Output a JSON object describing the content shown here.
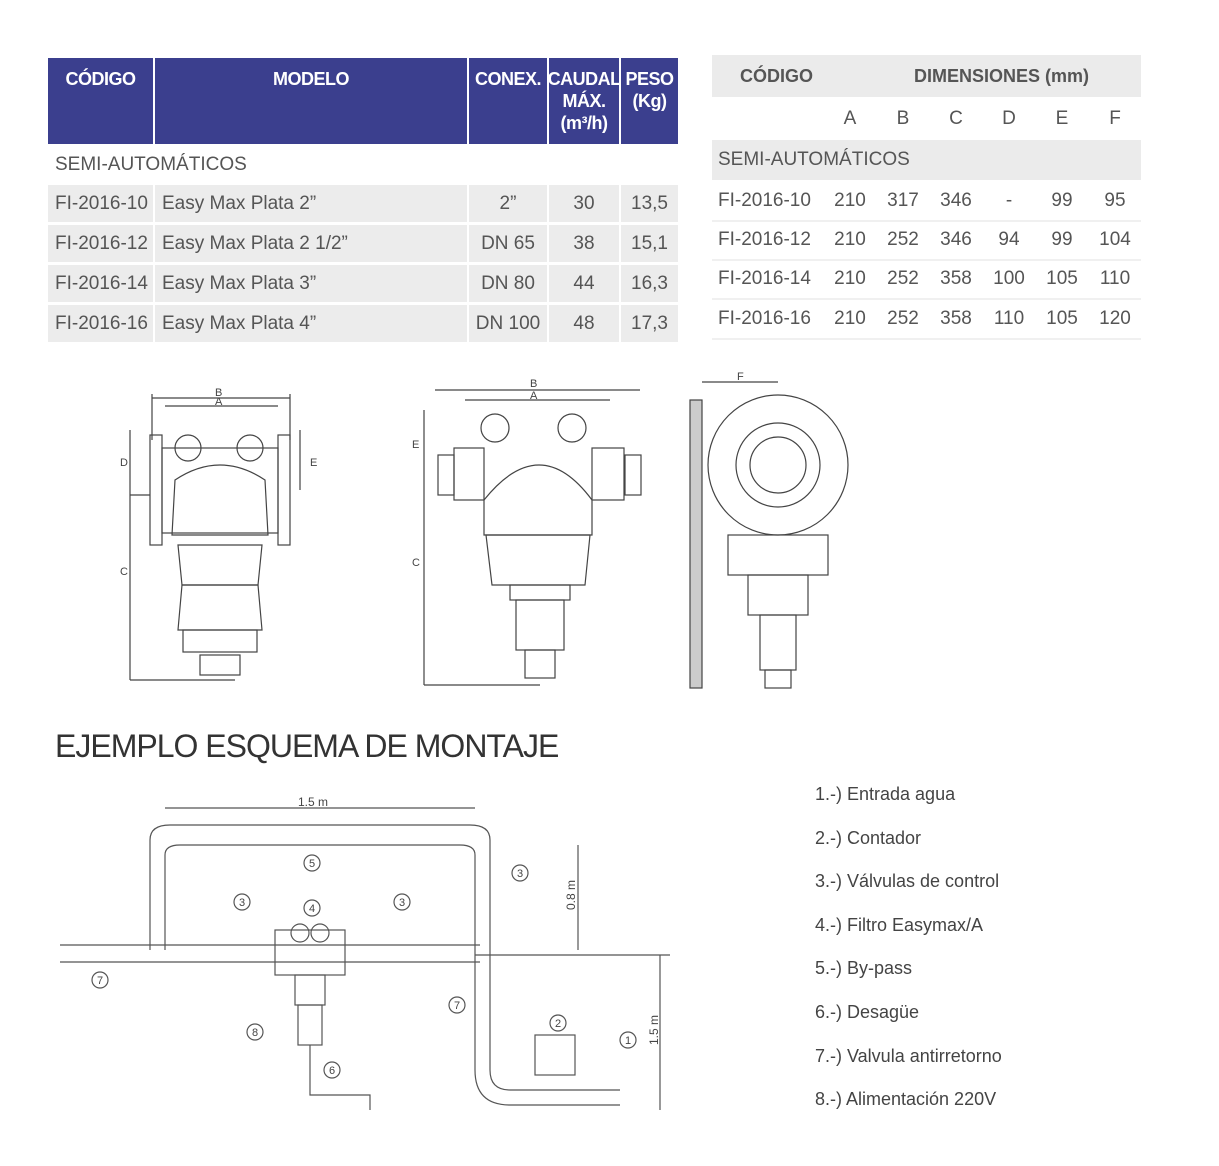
{
  "products_table": {
    "headers": [
      "CÓDIGO",
      "MODELO",
      "CONEX.",
      "CAUDAL MÁX. (m³/h)",
      "PESO (Kg)"
    ],
    "section": "SEMI-AUTOMÁTICOS",
    "rows": [
      [
        "FI-2016-10",
        "Easy Max Plata 2”",
        "2”",
        "30",
        "13,5"
      ],
      [
        "FI-2016-12",
        "Easy Max Plata 2 1/2”",
        "DN 65",
        "38",
        "15,1"
      ],
      [
        "FI-2016-14",
        "Easy Max Plata 3”",
        "DN 80",
        "44",
        "16,3"
      ],
      [
        "FI-2016-16",
        "Easy Max Plata 4”",
        "DN 100",
        "48",
        "17,3"
      ]
    ]
  },
  "dimensions_table": {
    "headers": [
      "CÓDIGO",
      "DIMENSIONES (mm)"
    ],
    "letters": [
      "A",
      "B",
      "C",
      "D",
      "E",
      "F"
    ],
    "section": "SEMI-AUTOMÁTICOS",
    "rows": [
      [
        "FI-2016-10",
        "210",
        "317",
        "346",
        "-",
        "99",
        "95"
      ],
      [
        "FI-2016-12",
        "210",
        "252",
        "346",
        "94",
        "99",
        "104"
      ],
      [
        "FI-2016-14",
        "210",
        "252",
        "358",
        "100",
        "105",
        "110"
      ],
      [
        "FI-2016-16",
        "210",
        "252",
        "358",
        "110",
        "105",
        "120"
      ]
    ]
  },
  "drawing_labels": {
    "a": "A",
    "b": "B",
    "c": "C",
    "d": "D",
    "e": "E",
    "f": "F"
  },
  "scheme": {
    "title": "EJEMPLO ESQUEMA DE MONTAJE",
    "dim_top": "1.5 m",
    "dim_mid": "0.8 m",
    "dim_right": "1.5 m",
    "numbers": [
      "1",
      "2",
      "3",
      "4",
      "5",
      "6",
      "7",
      "8"
    ],
    "legend": [
      "1.-) Entrada agua",
      "2.-) Contador",
      "3.-) Válvulas de control",
      "4.-) Filtro Easymax/A",
      "5.-) By-pass",
      "6.-) Desagüe",
      "7.-) Valvula antirretorno",
      "8.-) Alimentación 220V"
    ]
  }
}
